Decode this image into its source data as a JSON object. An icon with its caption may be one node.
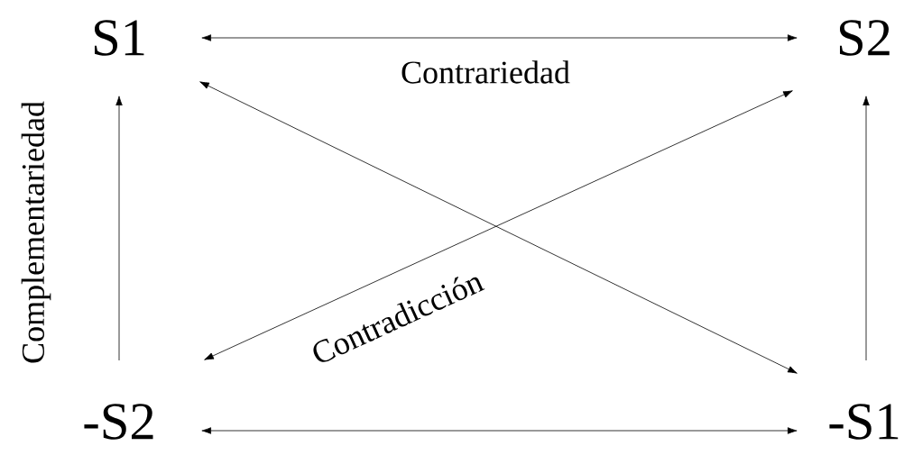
{
  "diagram": {
    "nodes": [
      {
        "text": [
          "S1"
        ]
      },
      {
        "text": [
          "S2"
        ]
      },
      {
        "text": [
          "-S2"
        ]
      },
      {
        "text": [
          "-S1"
        ]
      }
    ],
    "edges": [
      {
        "from": 0,
        "to": 1,
        "arrow": "both",
        "label": "Contrariedad"
      },
      {
        "from": 2,
        "to": 3,
        "arrow": "both"
      },
      {
        "from": 2,
        "to": 0,
        "arrow": "to",
        "label": "Complementariedad"
      },
      {
        "from": 3,
        "to": 1,
        "arrow": "to"
      },
      {
        "from": 0,
        "to": 3,
        "arrow": "both"
      },
      {
        "from": 1,
        "to": 2,
        "arrow": "both",
        "label": "Contradicción"
      }
    ]
  }
}
